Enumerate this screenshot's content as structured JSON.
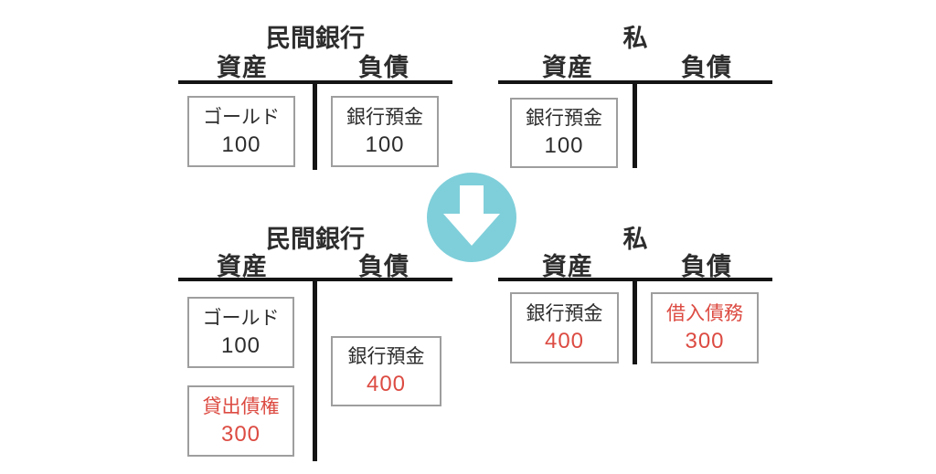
{
  "colors": {
    "teal": "#7FCFDA",
    "red": "#DC4B42",
    "ink": "#2D2D2D",
    "line": "#141414",
    "box_border": "#9E9E9E",
    "background": "#FFFFFF"
  },
  "arrow": {
    "icon": "down-arrow"
  },
  "accounts": {
    "bank_before": {
      "title": "民間銀行",
      "assets_header": "資産",
      "liabilities_header": "負債",
      "assets": [
        {
          "label": "ゴールド",
          "value": "100"
        }
      ],
      "liabilities": [
        {
          "label": "銀行預金",
          "value": "100"
        }
      ]
    },
    "me_before": {
      "title": "私",
      "assets_header": "資産",
      "liabilities_header": "負債",
      "assets": [
        {
          "label": "銀行預金",
          "value": "100"
        }
      ],
      "liabilities": []
    },
    "bank_after": {
      "title": "民間銀行",
      "assets_header": "資産",
      "liabilities_header": "負債",
      "assets": [
        {
          "label": "ゴールド",
          "value": "100"
        },
        {
          "label": "貸出債権",
          "value": "300",
          "emphasis": "red"
        }
      ],
      "liabilities": [
        {
          "label": "銀行預金",
          "value": "400",
          "value_emphasis": "red"
        }
      ]
    },
    "me_after": {
      "title": "私",
      "assets_header": "資産",
      "liabilities_header": "負債",
      "assets": [
        {
          "label": "銀行預金",
          "value": "400",
          "value_emphasis": "red"
        }
      ],
      "liabilities": [
        {
          "label": "借入債務",
          "value": "300",
          "emphasis": "red"
        }
      ]
    }
  }
}
